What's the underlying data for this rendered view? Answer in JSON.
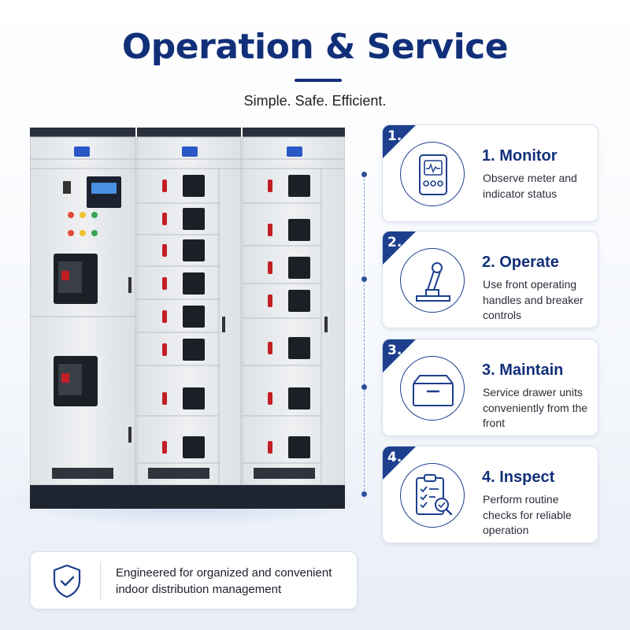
{
  "header": {
    "title": "Operation & Service",
    "subtitle": "Simple. Safe. Efficient."
  },
  "steps": [
    {
      "badge": "1.",
      "title": "1. Monitor",
      "description": "Observe meter and indicator status",
      "icon": "monitor-meter-icon"
    },
    {
      "badge": "2.",
      "title": "2. Operate",
      "description": "Use front operating handles and breaker controls",
      "icon": "operating-handle-icon"
    },
    {
      "badge": "3.",
      "title": "3. Maintain",
      "description": "Service drawer units conveniently from the front",
      "icon": "drawer-unit-icon"
    },
    {
      "badge": "4.",
      "title": "4. Inspect",
      "description": "Perform routine checks for reliable operation",
      "icon": "clipboard-inspect-icon"
    }
  ],
  "banner": {
    "text": "Engineered for organized and convenient indoor distribution management",
    "icon": "shield-check-icon"
  },
  "colors": {
    "brand": "#12307a",
    "accent": "#1d3f8e",
    "handle_red": "#c21f25",
    "cabinet": "#e8eaec"
  }
}
